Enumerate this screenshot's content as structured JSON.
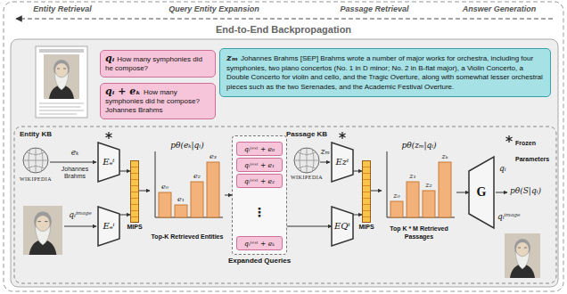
{
  "diagram": {
    "title": "End-to-End Backpropagation",
    "nodes": [
      {
        "text": [
          "qᵢ",
          "How many symphonies did he compose?"
        ]
      },
      {
        "text": [
          "qᵢ + eₖ",
          "How many symphonies did he compose? Johannes Brahms"
        ]
      },
      {
        "text": [
          "zₘ",
          "Johannes Brahms [SEP] Brahms wrote a number of major works for orchestra, including four symphonies, two piano concertos (No. 1 in D minor; No. 2 in B-flat major), a Violin Concerto, a Double Concerto for violin and cello, and the Tragic Overture, along with somewhat lesser orchestral pieces such as the two Serenades, and the Academic Festival Overture."
        ]
      },
      {
        "text": [
          "Eₑᵗ"
        ]
      },
      {
        "text": [
          "Eₑⁱ"
        ]
      },
      {
        "text": [
          "MIPS"
        ]
      },
      {
        "text": [
          "pθ(eₖ|qᵢ)",
          "Top-K Retrieved Entities"
        ]
      },
      {
        "text": [
          "Expanded Queries"
        ]
      },
      {
        "text": [
          "qᵢᵗᵉˣᵗ + e₀"
        ],
        "in": 7
      },
      {
        "text": [
          "qᵢᵗᵉˣᵗ + e₁"
        ],
        "in": 7
      },
      {
        "text": [
          "qᵢᵗᵉˣᵗ + e₂"
        ],
        "in": 7
      },
      {
        "text": [
          "qᵢᵗᵉˣᵗ + eₖ"
        ],
        "in": 7
      },
      {
        "text": [
          "Ezᵗ"
        ]
      },
      {
        "text": [
          "EQᵗ"
        ]
      },
      {
        "text": [
          "MIPS"
        ]
      },
      {
        "text": [
          "pθ(zₘ|qᵢ)",
          "Top K * M Retrieved Passages"
        ]
      },
      {
        "text": [
          "G"
        ]
      }
    ],
    "edges": [
      {
        "from": 3,
        "to": 5,
        "arrow": "to"
      },
      {
        "from": 4,
        "to": 5,
        "arrow": "to"
      },
      {
        "from": 5,
        "to": 6,
        "arrow": "to"
      },
      {
        "from": 6,
        "to": 7,
        "arrow": "to"
      },
      {
        "from": 7,
        "to": 13,
        "arrow": "to"
      },
      {
        "from": 12,
        "to": 14,
        "arrow": "to"
      },
      {
        "from": 13,
        "to": 14,
        "arrow": "to"
      },
      {
        "from": 14,
        "to": 15,
        "arrow": "to"
      },
      {
        "from": 15,
        "to": 16,
        "arrow": "to"
      }
    ],
    "labels": [
      "Entity Retrieval",
      "Query Entity Expansion",
      "Passage Retrieval",
      "Answer Generation",
      "Entity KB",
      "WIKIPEDIA",
      "eₖ",
      "Johannes Brahms",
      "qᵢⁱᵐᵃᵍᵉ",
      "e₀",
      "e₁",
      "e₂",
      "e₃",
      "⋮",
      "Passage KB",
      "WIKIPEDIA",
      "zₘ",
      "z₀",
      "z₁",
      "z₂",
      "zₖ",
      "qᵢ",
      "qᵢⁱᵐᵃᵍᵉ",
      "pθ(S|qᵢ)"
    ],
    "legend": [
      {
        "text": "Frozen Parameters"
      }
    ]
  }
}
